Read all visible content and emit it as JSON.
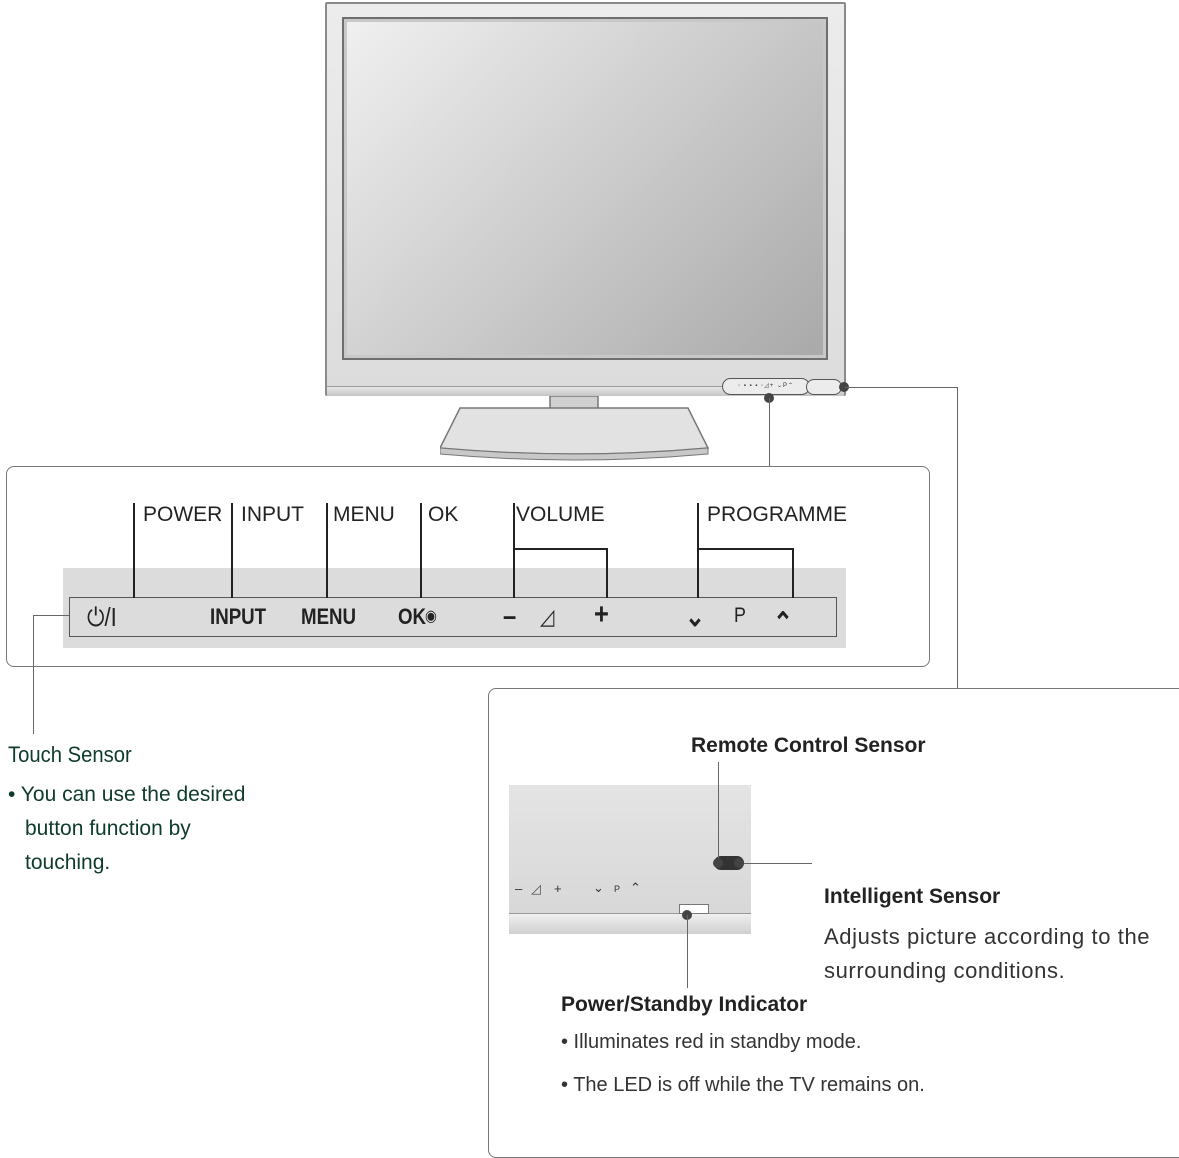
{
  "panel_labels": {
    "power": "POWER",
    "input": "INPUT",
    "menu": "MENU",
    "ok": "OK",
    "volume": "VOLUME",
    "programme": "PROGRAMME"
  },
  "panel_buttons": {
    "power": "⏻/I",
    "input": "INPUT",
    "menu": "MENU",
    "ok": "OK",
    "ok_symbol": "◉",
    "vol_down": "–",
    "vol_symbol": "◿",
    "vol_up": "+",
    "prog_down": "⌄",
    "prog_p": "P",
    "prog_up": "⌃"
  },
  "touch_sensor": {
    "title": "Touch Sensor",
    "bullet": "• You can use the desired",
    "line2": "button function by",
    "line3": "touching."
  },
  "remote_sensor": {
    "title": "Remote Control Sensor"
  },
  "intelligent_sensor": {
    "title": "Intelligent Sensor",
    "line1": "Adjusts picture according to the",
    "line2": "surrounding conditions."
  },
  "power_indicator": {
    "title": "Power/Standby Indicator",
    "bullet1": "• Illuminates red in standby mode.",
    "bullet2": "• The LED is off while the TV remains on."
  },
  "detail_controls": {
    "vol_down": "–",
    "vol_symbol": "◿",
    "vol_up": "+",
    "prog_down": "⌄",
    "prog_p": "P",
    "prog_up": "⌃"
  }
}
